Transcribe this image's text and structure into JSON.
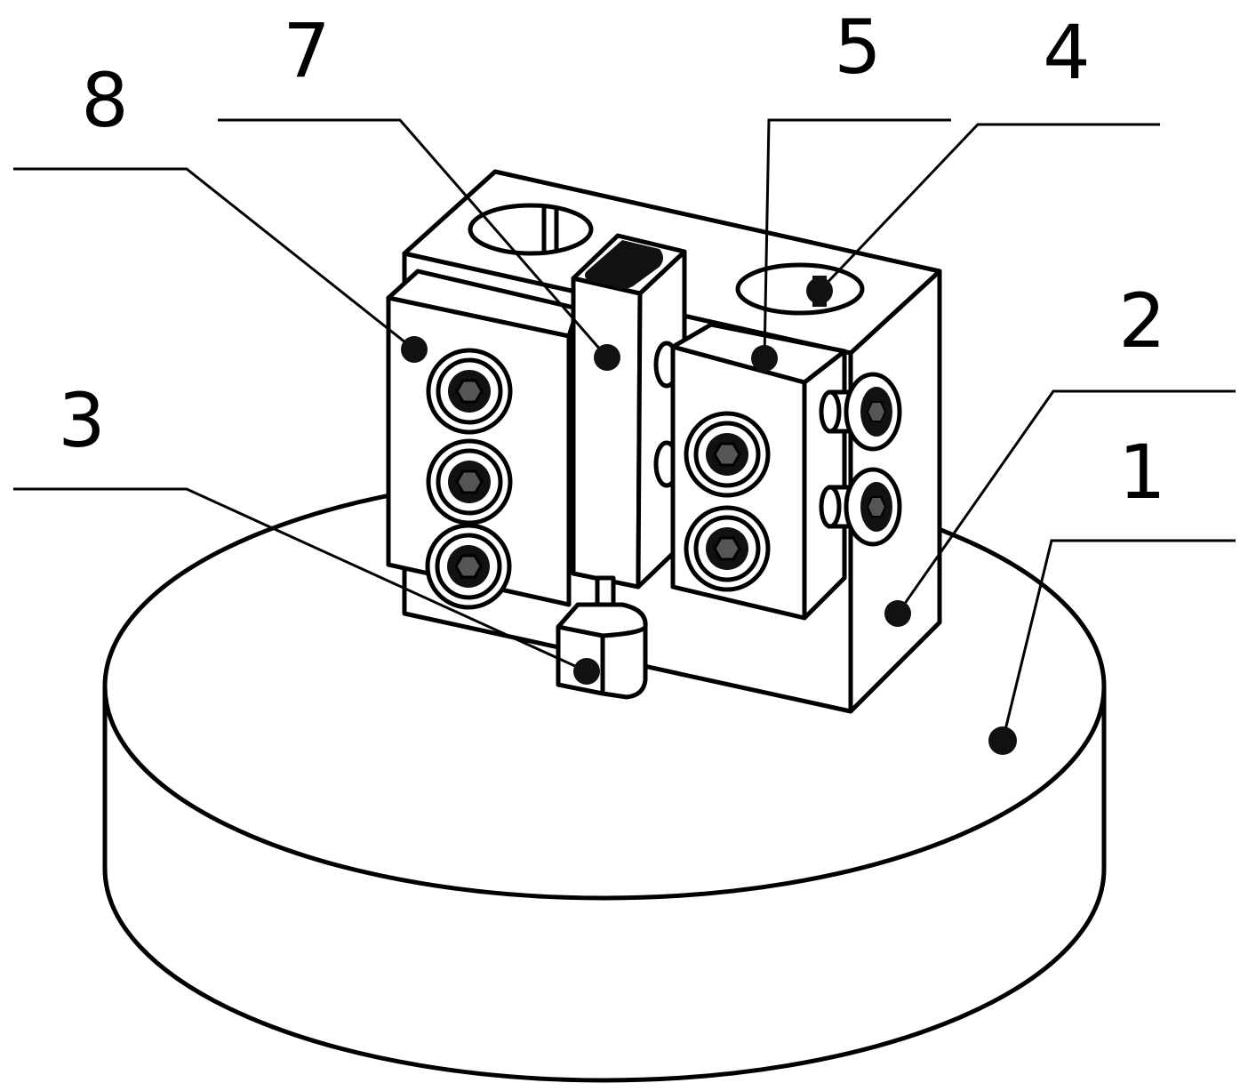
{
  "callouts": {
    "n8": "8",
    "n7": "7",
    "n5": "5",
    "n4": "4",
    "n2": "2",
    "n3": "3",
    "n1": "1"
  }
}
